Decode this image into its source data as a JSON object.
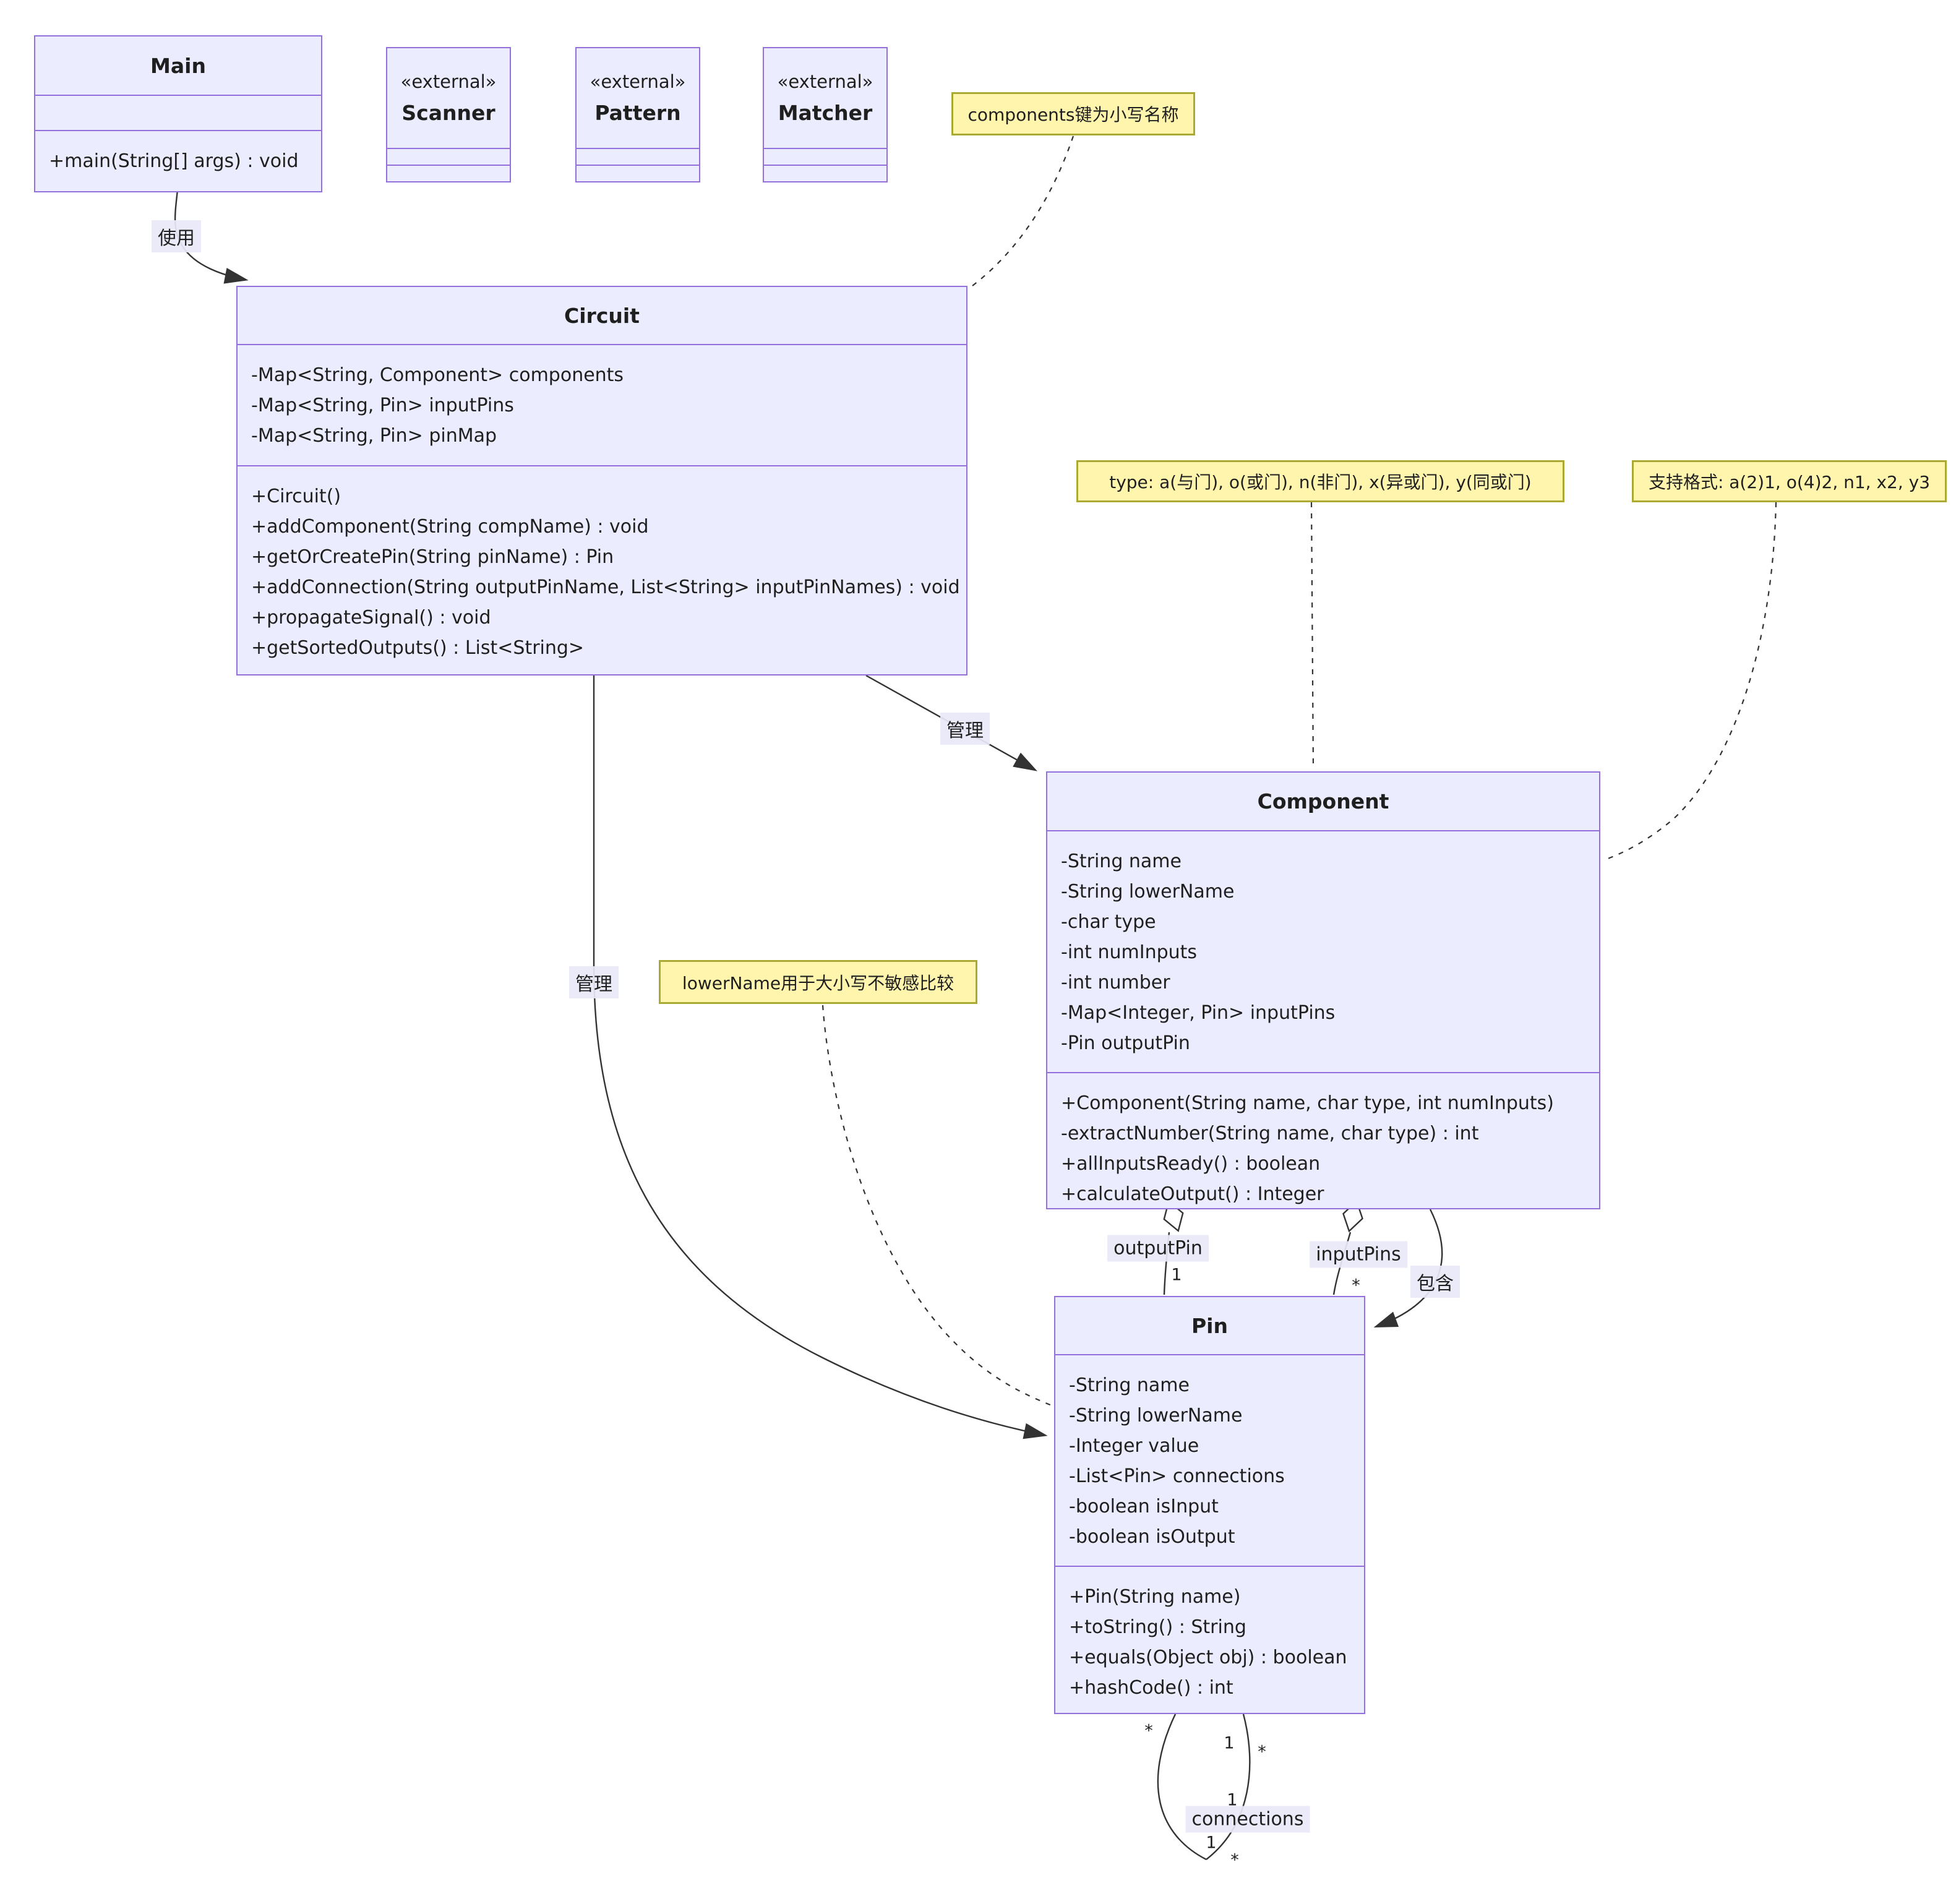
{
  "diagram": {
    "kind": "uml-class-diagram"
  },
  "colors": {
    "class_fill": "#ECECFF",
    "class_border": "#9370DB",
    "note_fill": "#FFF5AD",
    "note_border": "#AAAA33",
    "edge": "#333333",
    "edge_label_bg": "#E8E8F8"
  },
  "classes": {
    "main": {
      "title": "Main",
      "attributes": [],
      "methods": [
        "+main(String[] args) : void"
      ]
    },
    "scanner": {
      "stereotype": "«external»",
      "title": "Scanner"
    },
    "pattern": {
      "stereotype": "«external»",
      "title": "Pattern"
    },
    "matcher": {
      "stereotype": "«external»",
      "title": "Matcher"
    },
    "circuit": {
      "title": "Circuit",
      "attributes": [
        "-Map<String, Component> components",
        "-Map<String, Pin> inputPins",
        "-Map<String, Pin> pinMap"
      ],
      "methods": [
        "+Circuit()",
        "+addComponent(String compName) : void",
        "+getOrCreatePin(String pinName) : Pin",
        "+addConnection(String outputPinName, List<String> inputPinNames) : void",
        "+propagateSignal() : void",
        "+getSortedOutputs() : List<String>"
      ]
    },
    "component": {
      "title": "Component",
      "attributes": [
        "-String name",
        "-String lowerName",
        "-char type",
        "-int numInputs",
        "-int number",
        "-Map<Integer, Pin> inputPins",
        "-Pin outputPin"
      ],
      "methods": [
        "+Component(String name, char type, int numInputs)",
        "-extractNumber(String name, char type) : int",
        "+allInputsReady() : boolean",
        "+calculateOutput() : Integer"
      ]
    },
    "pin": {
      "title": "Pin",
      "attributes": [
        "-String name",
        "-String lowerName",
        "-Integer value",
        "-List<Pin> connections",
        "-boolean isInput",
        "-boolean isOutput"
      ],
      "methods": [
        "+Pin(String name)",
        "+toString() : String",
        "+equals(Object obj) : boolean",
        "+hashCode() : int"
      ]
    }
  },
  "notes": {
    "components_key": "components键为小写名称",
    "type_legend": "type: a(与门), o(或门), n(非门), x(异或门), y(同或门)",
    "format_support": "支持格式: a(2)1, o(4)2, n1, x2, y3",
    "lowername": "lowerName用于大小写不敏感比较"
  },
  "edge_labels": {
    "uses": "使用",
    "manages_component": "管理",
    "manages_pin": "管理",
    "output_pin": "outputPin",
    "input_pins": "inputPins",
    "contains": "包含",
    "connections": "connections"
  },
  "multiplicities": {
    "output_pin_one": "1",
    "input_pins_many": "*",
    "loop_left_many": "*",
    "loop_right_one": "1",
    "loop_right_many": "*",
    "loop_mid_one": "1",
    "loop_bottom_one": "1",
    "loop_bottom_many": "*"
  }
}
